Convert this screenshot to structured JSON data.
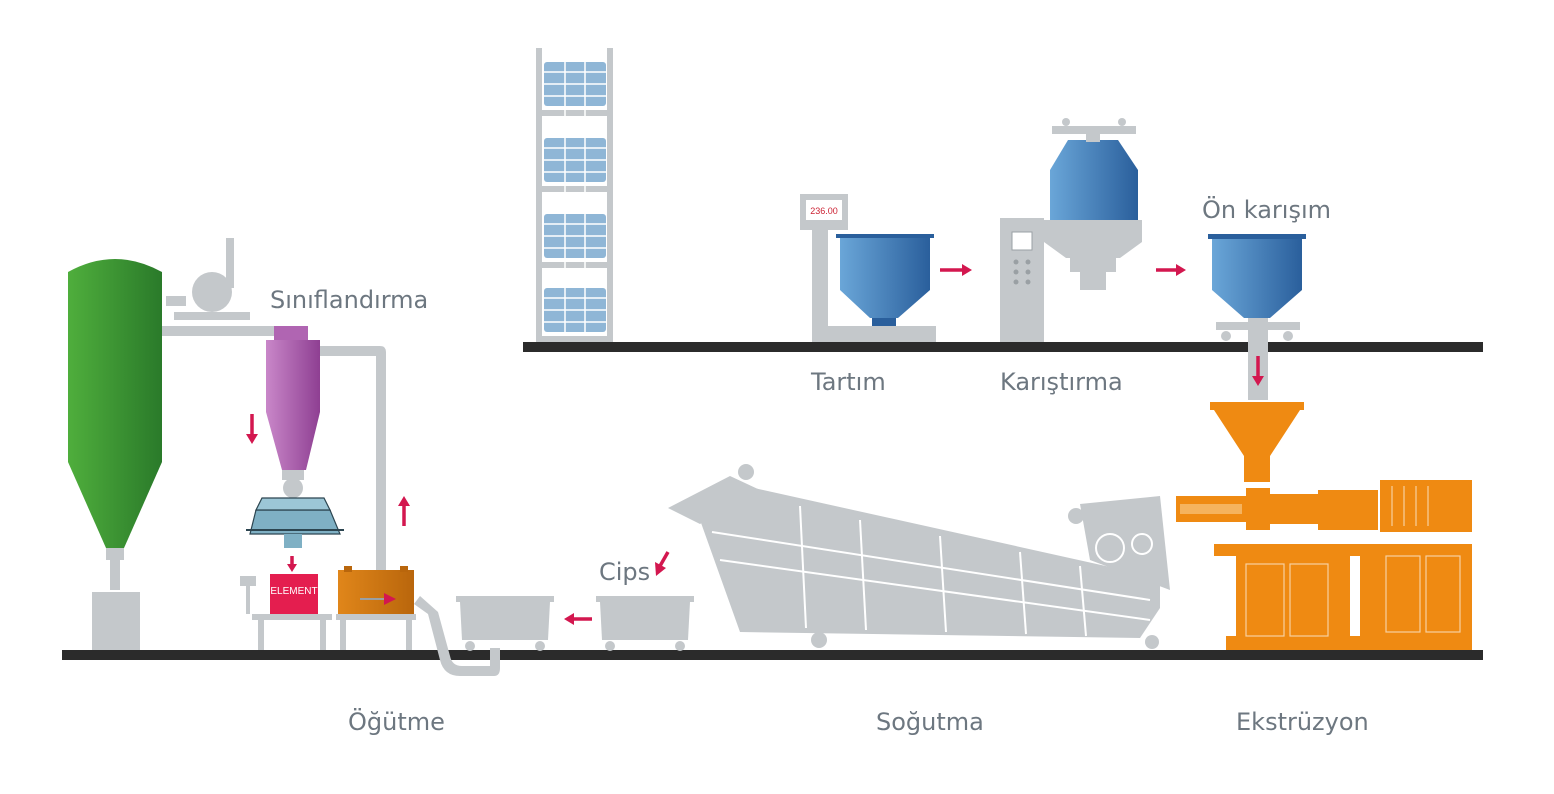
{
  "labels": {
    "siniflandirma": "Sınıflandırma",
    "tartim": "Tartım",
    "karistirma": "Karıştırma",
    "on_karisim": "Ön karışım",
    "cips": "Cips",
    "ogutme": "Öğütme",
    "sogutma": "Soğutma",
    "ekstruzyon": "Ekstrüzyon"
  },
  "scale_display": "236.00",
  "element_box": "ELEMENT",
  "colors": {
    "machine_gray": "#c4c8cb",
    "floor": "#2b2b2b",
    "arrow": "#d3174f",
    "label": "#6d7780",
    "silo_green": "#3f9b35",
    "cyclone_purple": "#b065b2",
    "hopper_blue": "#3a82c4",
    "extruder_orange": "#ef8a12",
    "mill_orange": "#d77a10",
    "element_red": "#e41e4f",
    "sieve_blue": "#7fb0c4"
  },
  "icons": [
    "flow-arrow-icon"
  ]
}
